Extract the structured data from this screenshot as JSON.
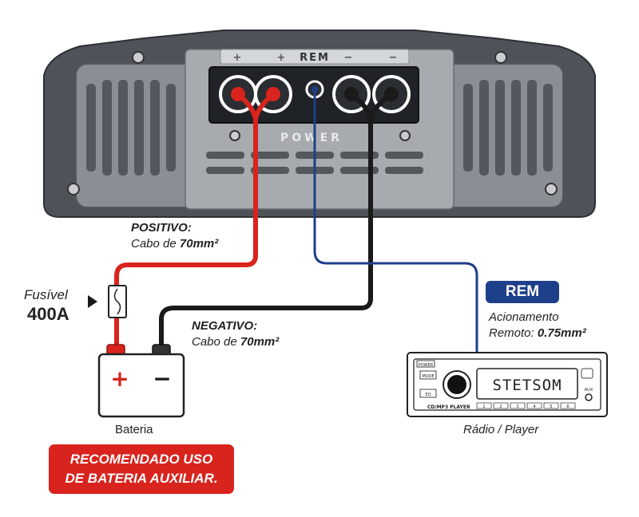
{
  "amplifier": {
    "terminal_label_rem": "REM",
    "terminal_plus_1": "+",
    "terminal_plus_2": "+",
    "terminal_minus_1": "−",
    "terminal_minus_2": "−",
    "power_label": "POWER"
  },
  "positive_cable": {
    "title": "POSITIVO:",
    "desc_prefix": "Cabo de ",
    "desc_value": "70mm²"
  },
  "negative_cable": {
    "title": "NEGATIVO:",
    "desc_prefix": "Cabo de ",
    "desc_value": "70mm²"
  },
  "fuse": {
    "label": "Fusível",
    "value": "400A"
  },
  "battery": {
    "label": "Bateria",
    "plus": "+",
    "minus": "−"
  },
  "remote": {
    "badge": "REM",
    "line1": "Acionamento",
    "line2_prefix": "Remoto: ",
    "line2_value": "0.75mm²"
  },
  "radio": {
    "label": "Rádio / Player",
    "display_text": "STETSOM",
    "power_btn": "POWER",
    "mode_btn": "MODE",
    "eq_btn": "EQ",
    "model": "CD/MP3 PLAYER",
    "aux": "AUX",
    "presets": [
      "1",
      "2",
      "3",
      "4",
      "5",
      "6"
    ]
  },
  "warning": {
    "line1": "RECOMENDADO USO",
    "line2": "DE BATERIA AUXILIAR."
  },
  "colors": {
    "positive": "#d9231d",
    "negative": "#1a1a1a",
    "remote": "#1e3f8a",
    "amp_body": "#5a5f66"
  }
}
